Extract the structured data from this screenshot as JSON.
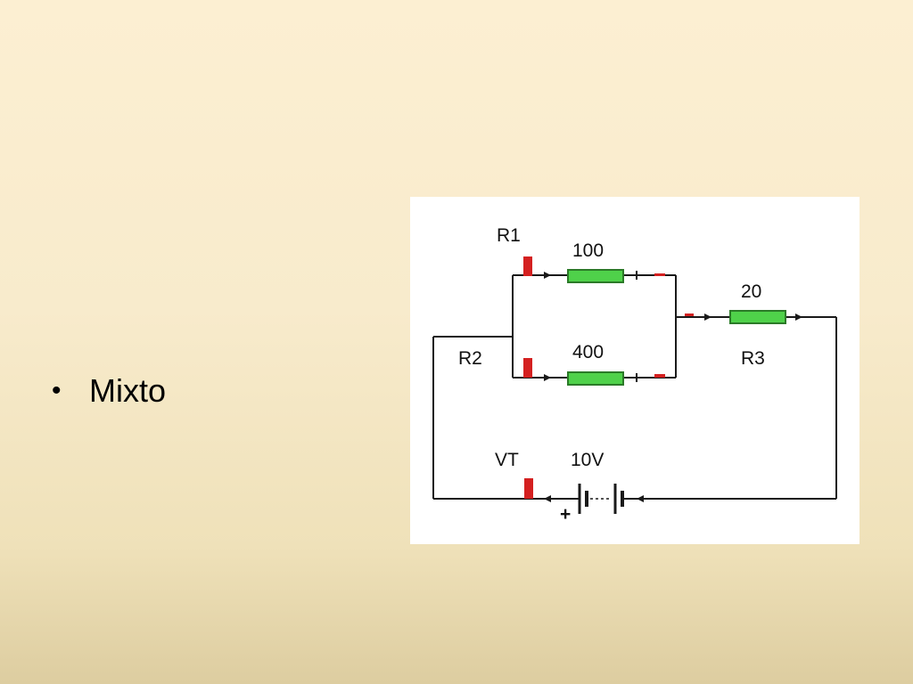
{
  "slide": {
    "bullet_symbol": "•",
    "bullet_text": "Mixto"
  },
  "circuit": {
    "r1": {
      "name": "R1",
      "value": "100"
    },
    "r2": {
      "name": "R2",
      "value": "400"
    },
    "r3": {
      "name": "R3",
      "value": "20"
    },
    "source": {
      "name": "VT",
      "value": "10V",
      "polarity": "+"
    },
    "colors": {
      "wire": "#1a1a1a",
      "resistor_fill": "#4fd14a",
      "resistor_stroke": "#2b7a28",
      "meter_red": "#d42020",
      "background": "#ffffff"
    }
  }
}
